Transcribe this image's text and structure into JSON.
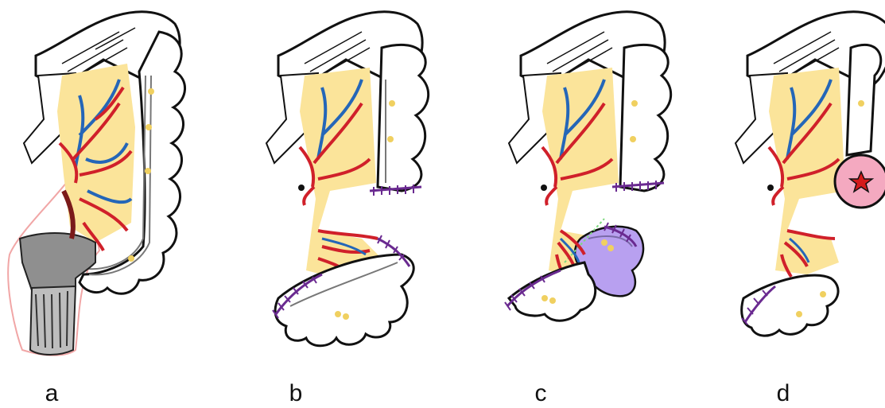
{
  "figure": {
    "panels": [
      {
        "id": "a",
        "label": "a",
        "highlight": "resection-outline"
      },
      {
        "id": "b",
        "label": "b",
        "highlight": "staple-lines"
      },
      {
        "id": "c",
        "label": "c",
        "highlight": "purple-segment"
      },
      {
        "id": "d",
        "label": "d",
        "highlight": "pink-lesion"
      }
    ],
    "colors": {
      "mesentery": "#fbe49a",
      "artery": "#d0202a",
      "vein": "#2466b8",
      "staple": "#6a2a90",
      "rectum_gray": "#8f8f8f",
      "segment_purple": "#b8a0f0",
      "lesion_pink": "#f4a9c0",
      "lesion_star": "#d41a1a",
      "outline_pink": "#f1a6a6",
      "node_yellow": "#f0d060",
      "dotted_green": "#7ed97e"
    }
  }
}
